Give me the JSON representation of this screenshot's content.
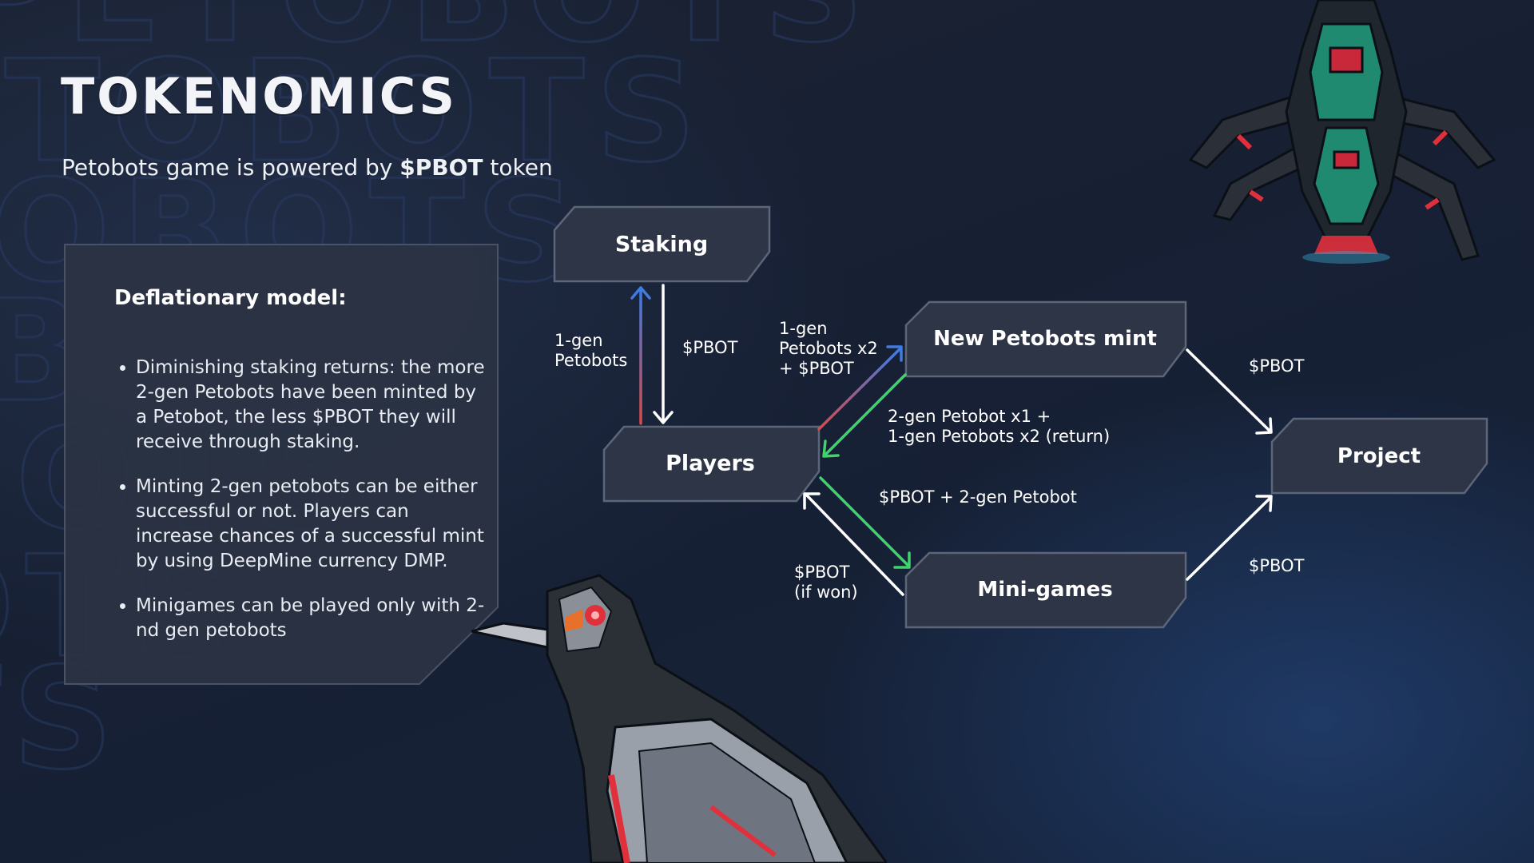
{
  "watermark_text": "PETOBOTS",
  "title": "TOKENOMICS",
  "subtitle": {
    "before": "Petobots game is powered by ",
    "token": "$PBOT",
    "after": " token"
  },
  "panel": {
    "heading": "Deflationary model:",
    "bullets": [
      "Diminishing staking returns: the more 2-gen Petobots have been minted by a Petobot, the less $PBOT they will receive through staking.",
      "Minting 2-gen petobots can be either successful or not. Players can increase chances of a successful mint by using DeepMine currency DMP.",
      "Minigames can be played only with 2-nd gen petobots"
    ]
  },
  "nodes": {
    "staking": "Staking",
    "players": "Players",
    "mint": "New Petobots mint",
    "minigames": "Mini-games",
    "project": "Project"
  },
  "edges": {
    "players_to_staking": "1-gen\nPetobots",
    "staking_to_players": "$PBOT",
    "players_to_mint": "1-gen\nPetobots x2\n+ $PBOT",
    "mint_to_players": "2-gen Petobot x1 +\n1-gen Petobots x2 (return)",
    "players_to_minigames": "$PBOT + 2-gen Petobot",
    "minigames_to_players": "$PBOT\n(if won)",
    "mint_to_project": "$PBOT",
    "minigames_to_project": "$PBOT"
  },
  "colors": {
    "node_fill": "#2d3546",
    "node_stroke": "#5d6678",
    "arrow_white": "#ffffff",
    "arrow_green": "#3fd46a",
    "arrow_blue": "#3b7de6",
    "arrow_red": "#d84a4a",
    "accent_red": "#e0303c",
    "robot_green": "#1f8a70"
  },
  "icons": [
    "scorpion-robot-illustration",
    "crow-robot-illustration"
  ]
}
